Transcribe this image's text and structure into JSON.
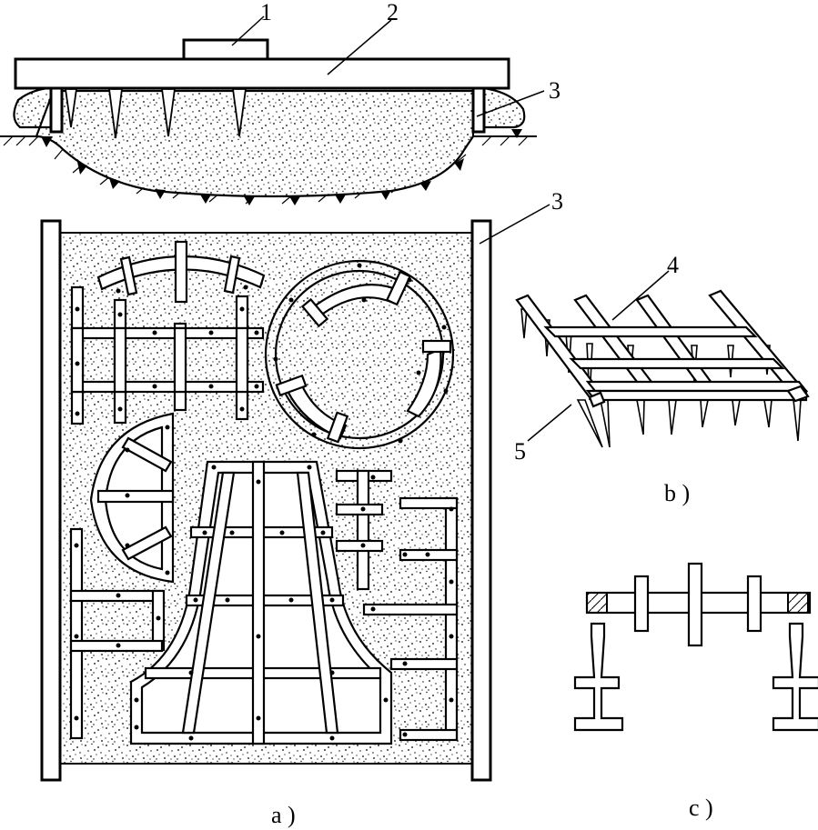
{
  "labels": {
    "n1": "1",
    "n2": "2",
    "n3a": "3",
    "n3b": "3",
    "n4": "4",
    "n5": "5"
  },
  "captions": {
    "a": "a )",
    "b": "b )",
    "c": "c )"
  }
}
